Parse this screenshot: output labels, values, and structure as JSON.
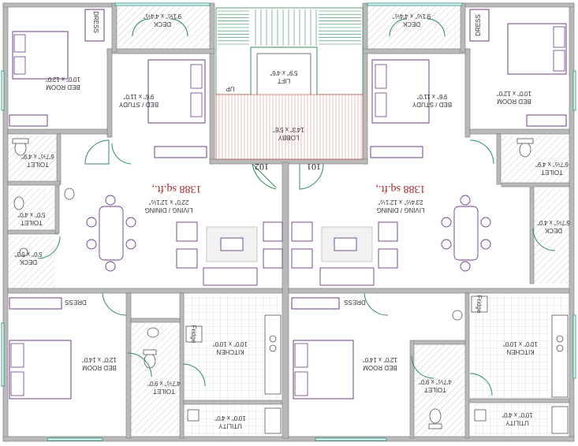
{
  "rooms": {
    "bed_tl": {
      "name": "BED ROOM",
      "dim": "10'0\" x 12'0\""
    },
    "bed_study_l": {
      "name": "BED / STUDY",
      "dim": "9'6\" x 11'0\""
    },
    "deck_tl": {
      "name": "DECK",
      "dim": "9'1½\" x 4'4½\""
    },
    "lift": {
      "name": "LIFT",
      "dim": "5'9\" x 4'6\""
    },
    "up": "UP",
    "deck_tr": {
      "name": "DECK",
      "dim": "9'1½\" x 4'4½\""
    },
    "bed_study_r": {
      "name": "BED / STUDY",
      "dim": "9'6\" x 11'0\""
    },
    "bed_tr": {
      "name": "BED ROOM",
      "dim": "10'0\" x 12'0\""
    },
    "lobby": {
      "name": "LOBBY",
      "dim": "14'3\" x 5'6\""
    },
    "toilet_l1": {
      "name": "TOILET",
      "dim": "6'7½\" x 4'9\""
    },
    "toilet_l2": {
      "name": "TOILET",
      "dim": "5'0\" x 4'0\""
    },
    "deck_l": {
      "name": "DECK",
      "dim": "5'0\" x 5'3\""
    },
    "toilet_r1": {
      "name": "TOILET",
      "dim": "6'7½\" x 4'9\""
    },
    "deck_r": {
      "name": "DECK",
      "dim": "6'7½\" x 4'0\""
    },
    "living_l": {
      "name": "LIVING / DINING",
      "dim": "22'0\" x 12'1½\""
    },
    "living_r": {
      "name": "LIVING / DINING",
      "dim": "23'4½\" x 12'1½\""
    },
    "bed_bl": {
      "name": "BED ROOM",
      "dim": "12'0\" x 14'0\""
    },
    "toilet_bl": {
      "name": "TOILET",
      "dim": "4'7½\" x 9'0\""
    },
    "kitchen_bl": {
      "name": "KITCHEN",
      "dim": "10'0\" x 10'0\""
    },
    "utility_bl": {
      "name": "UTILITY",
      "dim": "10'0\" x 4'0\""
    },
    "bed_br": {
      "name": "BED ROOM",
      "dim": "12'0\" x 14'0\""
    },
    "toilet_br": {
      "name": "TOILET",
      "dim": "4'7½\" x 9'0\""
    },
    "kitchen_br": {
      "name": "KITCHEN",
      "dim": "10'0\" x 10'0\""
    },
    "utility_br": {
      "name": "UTILITY",
      "dim": "10'0\" x 4'0\""
    }
  },
  "labels": {
    "dress": "DRESS",
    "fridge": "Fridge"
  },
  "units": {
    "left": {
      "number": "102",
      "area": "1388 sq.ft.,"
    },
    "right": {
      "number": "101",
      "area": "1388 sq.ft.,"
    }
  },
  "colors": {
    "wall": "#b9b9b9",
    "furniture": "#6b3b8a",
    "door": "#2d8c5a",
    "area_text": "#a3262a"
  }
}
